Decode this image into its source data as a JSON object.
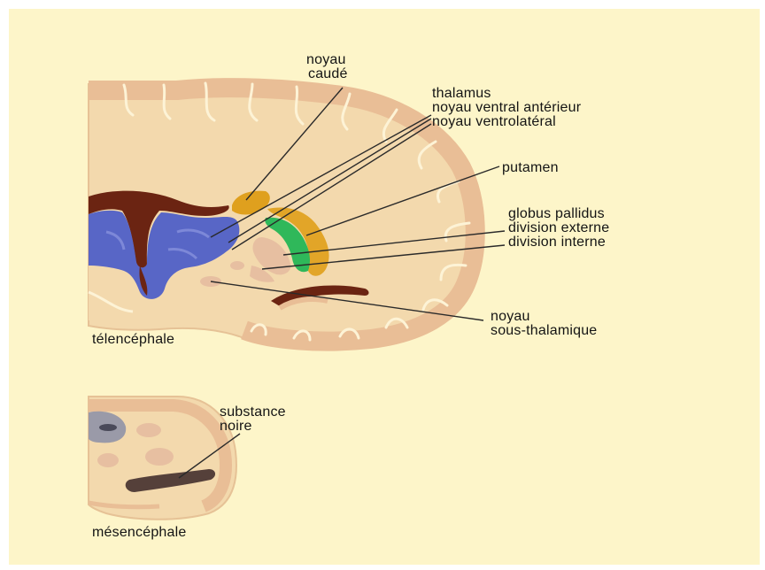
{
  "colors": {
    "background": "#fdf5c9",
    "brain_tissue": "#f3d9ad",
    "cortex_band": "#e9be96",
    "sulcus_line": "#fdf3d6",
    "ventricle": "#6b2412",
    "blue_nuclei": "#5866c6",
    "caudate": "#dfa01e",
    "putamen": "#e2a528",
    "globus_pallidus": "#2fb85a",
    "pale_nucleus": "#e7bfa1",
    "substantia_nigra": "#55403a",
    "gray_structure": "#9a9aa8",
    "leader_line": "#2a2a2a",
    "text": "#141414"
  },
  "labels": {
    "noyau_caude": [
      "noyau",
      "caudé"
    ],
    "thalamus": "thalamus",
    "ventral_anterieur": "noyau ventral antérieur",
    "ventrolateral": "noyau ventrolatéral",
    "putamen": "putamen",
    "globus_pallidus": "globus pallidus",
    "division_externe": "division externe",
    "division_interne": "division interne",
    "sous_thalamique": [
      "noyau",
      "sous-thalamique"
    ],
    "substance_noire": [
      "substance",
      "noire"
    ],
    "telencephale": "télencéphale",
    "mesencephale": "mésencéphale"
  }
}
